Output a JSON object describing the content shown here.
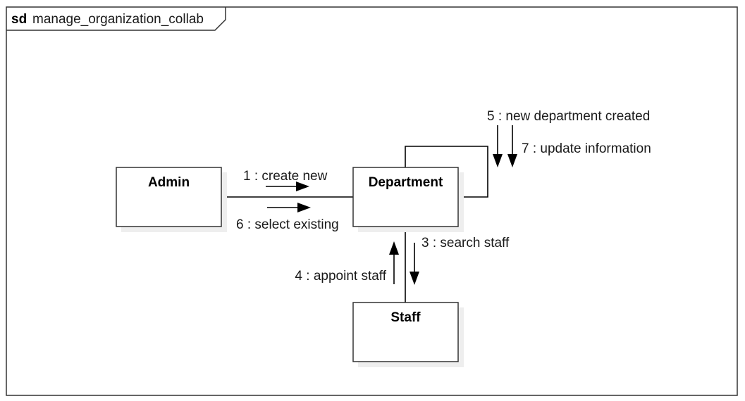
{
  "frame": {
    "keyword": "sd",
    "name": "manage_organization_collab"
  },
  "objects": {
    "admin": "Admin",
    "department": "Department",
    "staff": "Staff"
  },
  "messages": {
    "m1": "1 : create new",
    "m6": "6 : select existing",
    "m3": "3 : search staff",
    "m4": "4 : appoint staff",
    "m5": "5 : new department created",
    "m7": "7 : update information"
  },
  "colors": {
    "stroke": "#333333",
    "shadow": "#eeeeee",
    "background": "#ffffff"
  }
}
